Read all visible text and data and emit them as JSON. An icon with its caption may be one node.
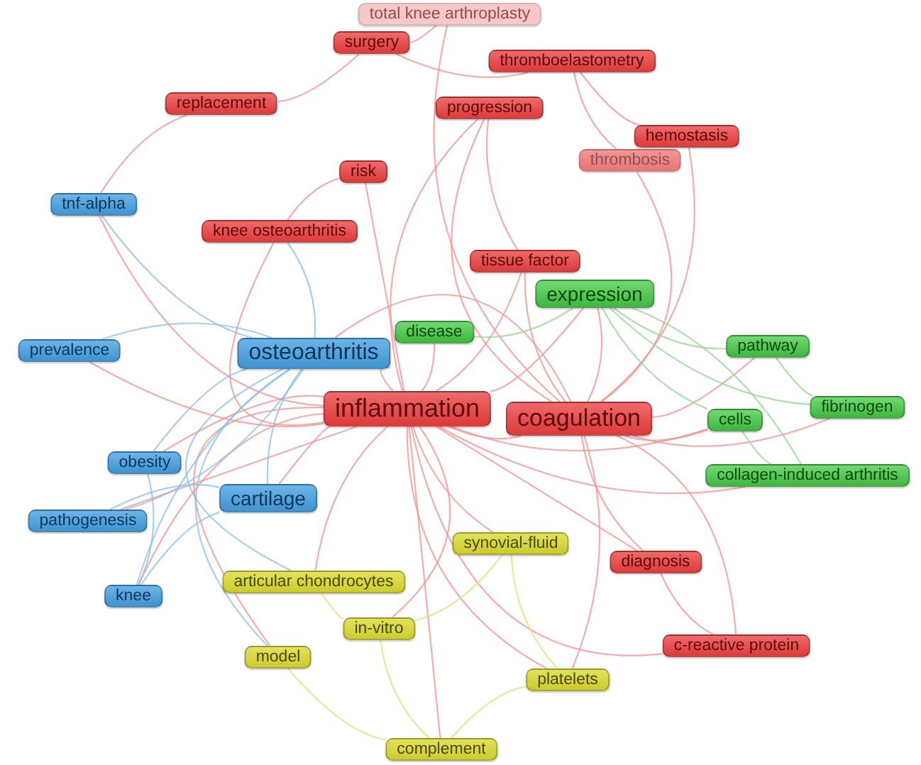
{
  "diagram": {
    "nodes": [
      {
        "text": [
          "total knee arthroplasty"
        ]
      },
      {
        "text": [
          "surgery"
        ]
      },
      {
        "text": [
          "thromboelastometry"
        ]
      },
      {
        "text": [
          "replacement"
        ]
      },
      {
        "text": [
          "progression"
        ]
      },
      {
        "text": [
          "hemostasis"
        ]
      },
      {
        "text": [
          "thrombosis"
        ]
      },
      {
        "text": [
          "risk"
        ]
      },
      {
        "text": [
          "tnf-alpha"
        ]
      },
      {
        "text": [
          "knee osteoarthritis"
        ]
      },
      {
        "text": [
          "tissue factor"
        ]
      },
      {
        "text": [
          "expression"
        ]
      },
      {
        "text": [
          "disease"
        ]
      },
      {
        "text": [
          "pathway"
        ]
      },
      {
        "text": [
          "prevalence"
        ]
      },
      {
        "text": [
          "osteoarthritis"
        ]
      },
      {
        "text": [
          "inflammation"
        ]
      },
      {
        "text": [
          "coagulation"
        ]
      },
      {
        "text": [
          "cells"
        ]
      },
      {
        "text": [
          "fibrinogen"
        ]
      },
      {
        "text": [
          "obesity"
        ]
      },
      {
        "text": [
          "collagen-induced arthritis"
        ]
      },
      {
        "text": [
          "cartilage"
        ]
      },
      {
        "text": [
          "pathogenesis"
        ]
      },
      {
        "text": [
          "synovial-fluid"
        ]
      },
      {
        "text": [
          "diagnosis"
        ]
      },
      {
        "text": [
          "articular chondrocytes"
        ]
      },
      {
        "text": [
          "knee"
        ]
      },
      {
        "text": [
          "in-vitro"
        ]
      },
      {
        "text": [
          "model"
        ]
      },
      {
        "text": [
          "c-reactive protein"
        ]
      },
      {
        "text": [
          "platelets"
        ]
      },
      {
        "text": [
          "complement"
        ]
      }
    ],
    "edges": [
      {
        "from": 16,
        "to": 15,
        "arrow": "none"
      },
      {
        "from": 16,
        "to": 17,
        "arrow": "none"
      },
      {
        "from": 16,
        "to": 22,
        "arrow": "none"
      },
      {
        "from": 16,
        "to": 24,
        "arrow": "none"
      },
      {
        "from": 16,
        "to": 25,
        "arrow": "none"
      },
      {
        "from": 16,
        "to": 30,
        "arrow": "none"
      },
      {
        "from": 16,
        "to": 31,
        "arrow": "none"
      },
      {
        "from": 16,
        "to": 32,
        "arrow": "none"
      },
      {
        "from": 16,
        "to": 28,
        "arrow": "none"
      },
      {
        "from": 16,
        "to": 29,
        "arrow": "none"
      },
      {
        "from": 16,
        "to": 26,
        "arrow": "none"
      },
      {
        "from": 16,
        "to": 11,
        "arrow": "none"
      },
      {
        "from": 16,
        "to": 12,
        "arrow": "none"
      },
      {
        "from": 16,
        "to": 7,
        "arrow": "none"
      },
      {
        "from": 16,
        "to": 9,
        "arrow": "none"
      },
      {
        "from": 16,
        "to": 4,
        "arrow": "none"
      },
      {
        "from": 16,
        "to": 10,
        "arrow": "none"
      },
      {
        "from": 16,
        "to": 14,
        "arrow": "none"
      },
      {
        "from": 16,
        "to": 20,
        "arrow": "none"
      },
      {
        "from": 16,
        "to": 23,
        "arrow": "none"
      },
      {
        "from": 16,
        "to": 27,
        "arrow": "none"
      },
      {
        "from": 16,
        "to": 8,
        "arrow": "none"
      },
      {
        "from": 16,
        "to": 18,
        "arrow": "none"
      },
      {
        "from": 16,
        "to": 21,
        "arrow": "none"
      },
      {
        "from": 17,
        "to": 5,
        "arrow": "none"
      },
      {
        "from": 17,
        "to": 6,
        "arrow": "none"
      },
      {
        "from": 17,
        "to": 10,
        "arrow": "none"
      },
      {
        "from": 17,
        "to": 0,
        "arrow": "none"
      },
      {
        "from": 17,
        "to": 4,
        "arrow": "none"
      },
      {
        "from": 17,
        "to": 25,
        "arrow": "none"
      },
      {
        "from": 17,
        "to": 30,
        "arrow": "none"
      },
      {
        "from": 17,
        "to": 31,
        "arrow": "none"
      },
      {
        "from": 17,
        "to": 19,
        "arrow": "none"
      },
      {
        "from": 17,
        "to": 18,
        "arrow": "none"
      },
      {
        "from": 17,
        "to": 11,
        "arrow": "none"
      },
      {
        "from": 17,
        "to": 13,
        "arrow": "none"
      },
      {
        "from": 17,
        "to": 15,
        "arrow": "none"
      },
      {
        "from": 15,
        "to": 8,
        "arrow": "none",
        "color": "#8dbde4"
      },
      {
        "from": 15,
        "to": 14,
        "arrow": "none",
        "color": "#8dbde4"
      },
      {
        "from": 15,
        "to": 20,
        "arrow": "none",
        "color": "#8dbde4"
      },
      {
        "from": 15,
        "to": 22,
        "arrow": "none",
        "color": "#8dbde4"
      },
      {
        "from": 15,
        "to": 23,
        "arrow": "none",
        "color": "#8dbde4"
      },
      {
        "from": 15,
        "to": 27,
        "arrow": "none",
        "color": "#8dbde4"
      },
      {
        "from": 15,
        "to": 9,
        "arrow": "none",
        "color": "#8dbde4"
      },
      {
        "from": 15,
        "to": 26,
        "arrow": "none",
        "color": "#8dbde4"
      },
      {
        "from": 15,
        "to": 29,
        "arrow": "none",
        "color": "#8dbde4"
      },
      {
        "from": 1,
        "to": 0,
        "arrow": "none"
      },
      {
        "from": 1,
        "to": 2,
        "arrow": "none"
      },
      {
        "from": 3,
        "to": 1,
        "arrow": "none"
      },
      {
        "from": 3,
        "to": 8,
        "arrow": "none"
      },
      {
        "from": 2,
        "to": 6,
        "arrow": "none"
      },
      {
        "from": 2,
        "to": 5,
        "arrow": "none"
      },
      {
        "from": 4,
        "to": 10,
        "arrow": "none"
      },
      {
        "from": 7,
        "to": 9,
        "arrow": "none"
      },
      {
        "from": 25,
        "to": 30,
        "arrow": "none"
      },
      {
        "from": 11,
        "to": 13,
        "arrow": "none",
        "color": "#94d494"
      },
      {
        "from": 11,
        "to": 18,
        "arrow": "none",
        "color": "#94d494"
      },
      {
        "from": 11,
        "to": 21,
        "arrow": "none",
        "color": "#94d494"
      },
      {
        "from": 11,
        "to": 19,
        "arrow": "none",
        "color": "#94d494"
      },
      {
        "from": 13,
        "to": 19,
        "arrow": "none",
        "color": "#94d494"
      },
      {
        "from": 18,
        "to": 21,
        "arrow": "none",
        "color": "#94d494"
      },
      {
        "from": 12,
        "to": 11,
        "arrow": "none",
        "color": "#94d494"
      },
      {
        "from": 22,
        "to": 23,
        "arrow": "none",
        "color": "#8dbde4"
      },
      {
        "from": 22,
        "to": 27,
        "arrow": "none",
        "color": "#8dbde4"
      },
      {
        "from": 20,
        "to": 27,
        "arrow": "none",
        "color": "#8dbde4"
      },
      {
        "from": 24,
        "to": 31,
        "arrow": "none",
        "color": "#e0e07c"
      },
      {
        "from": 24,
        "to": 28,
        "arrow": "none",
        "color": "#e0e07c"
      },
      {
        "from": 26,
        "to": 28,
        "arrow": "none",
        "color": "#e0e07c"
      },
      {
        "from": 29,
        "to": 32,
        "arrow": "none",
        "color": "#e0e07c"
      },
      {
        "from": 28,
        "to": 32,
        "arrow": "none",
        "color": "#e0e07c"
      },
      {
        "from": 31,
        "to": 32,
        "arrow": "none",
        "color": "#e0e07c"
      }
    ]
  }
}
